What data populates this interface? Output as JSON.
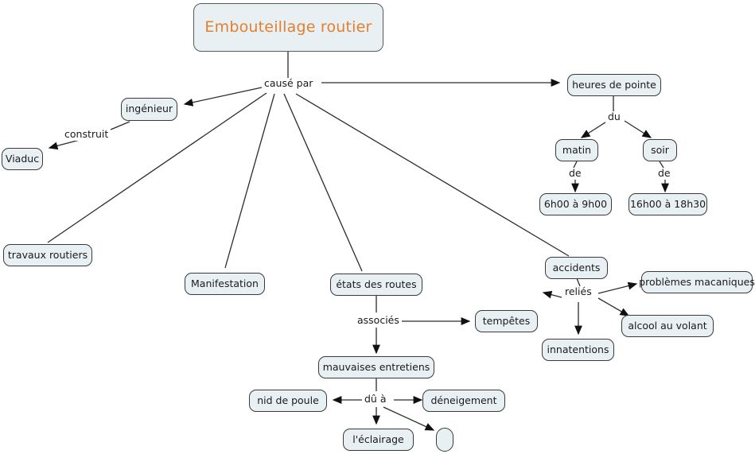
{
  "map": {
    "title": "Embouteillage routier",
    "accent_color": "#e2802f",
    "node_fill": "#e9f0f3",
    "node_border": "#3a3a3a",
    "background": "#ffffff"
  },
  "nodes": {
    "title": "Embouteillage routier",
    "ingenieur": "ingénieur",
    "viaduc": "Viaduc",
    "travaux_routiers": "travaux routiers",
    "manifestation": "Manifestation",
    "etats_des_routes": "états des routes",
    "tempetes": "tempêtes",
    "mauvaises_entretiens": "mauvaises entretiens",
    "nid_de_poule": "nid de poule",
    "deneigement": "déneigement",
    "eclairage": "l'éclairage",
    "empty": "",
    "heures_de_pointe": "heures de pointe",
    "matin": "matin",
    "soir": "soir",
    "matin_plage": "6h00 à 9h00",
    "soir_plage": "16h00 à 18h30",
    "accidents": "accidents",
    "problemes_macaniques": "problèmes macaniques",
    "alcool_au_volant": "alcool au volant",
    "innatentions": "innatentions"
  },
  "link_labels": {
    "cause_par": "causé par",
    "construit": "construit",
    "associes": "associés",
    "du_a": "dû à",
    "du": "du",
    "de_matin": "de",
    "de_soir": "de",
    "relies": "reliés"
  }
}
